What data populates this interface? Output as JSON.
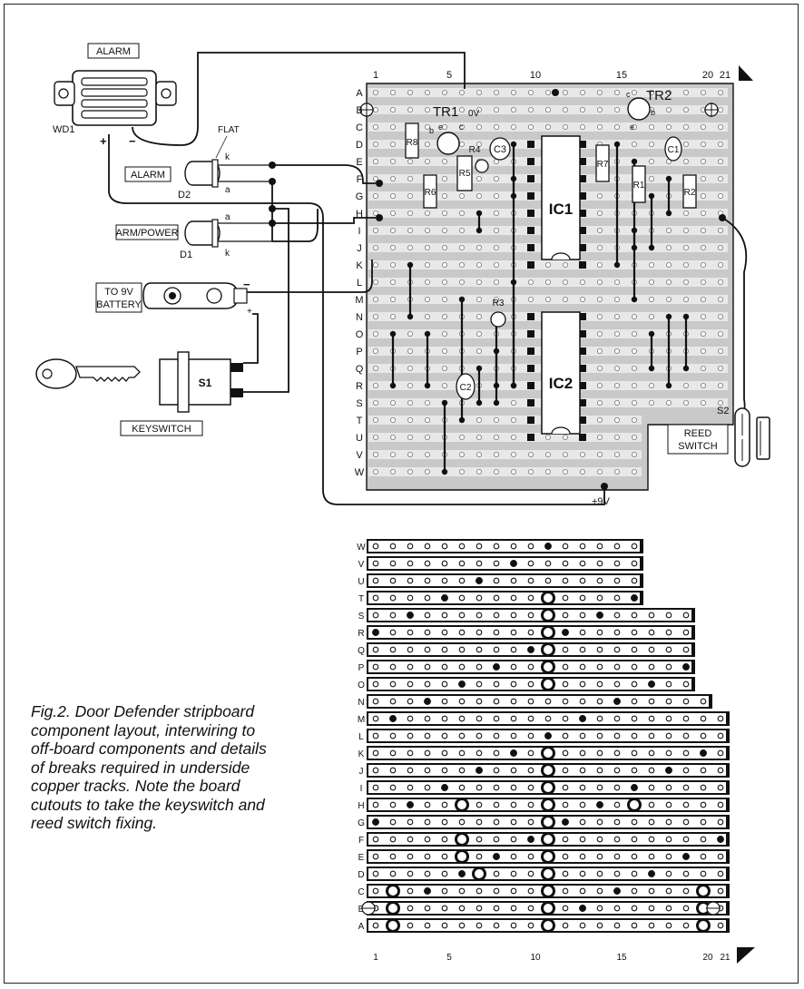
{
  "figure": {
    "caption": "Fig.2. Door Defender stripboard component layout, interwiring to off-board components and details of breaks required in underside copper tracks. Note the board cutouts to take the keyswitch and reed switch fixing.",
    "colors": {
      "ink": "#111111",
      "board": "#c9c9c9",
      "track": "#e8e8e8",
      "wire": "#111111"
    }
  },
  "offboard": {
    "alarm_box": "ALARM",
    "wd1": "WD1",
    "plus": "+",
    "minus": "−",
    "alarm_led_box": "ALARM",
    "flat": "FLAT",
    "d2": "D2",
    "d2_k": "k",
    "d2_a": "a",
    "armpower_box": "ARM/POWER",
    "d1": "D1",
    "d1_a": "a",
    "d1_k": "k",
    "battery_box_line1": "TO 9V",
    "battery_box_line2": "BATTERY",
    "batt_minus": "−",
    "batt_plus": "+",
    "s1": "S1",
    "keyswitch_box": "KEYSWITCH",
    "s2": "S2",
    "reed_line1": "REED",
    "reed_line2": "SWITCH",
    "plus9v": "+9V",
    "ov": "0V",
    "icons": [
      "key-icon",
      "battery-clip-icon",
      "piezo-sounder-icon",
      "led-icon",
      "reed-switch-icon"
    ]
  },
  "board_top": {
    "col_labels": [
      "1",
      "5",
      "10",
      "15",
      "20",
      "21"
    ],
    "row_labels": [
      "A",
      "B",
      "C",
      "D",
      "E",
      "F",
      "G",
      "H",
      "I",
      "J",
      "K",
      "L",
      "M",
      "N",
      "O",
      "P",
      "Q",
      "R",
      "S",
      "T",
      "U",
      "V",
      "W"
    ],
    "components": {
      "tr1": "TR1",
      "tr2": "TR2",
      "ic1": "IC1",
      "ic2": "IC2",
      "r1": "R1",
      "r2": "R2",
      "r3": "R3",
      "r4": "R4",
      "r5": "R5",
      "r6": "R6",
      "r7": "R7",
      "r8": "R8",
      "c1": "C1",
      "c2": "C2",
      "c3": "C3",
      "pin_b": "b",
      "pin_c": "c",
      "pin_e": "e",
      "pin_c2": "c",
      "pin_b2": "b",
      "pin_e2": "e"
    }
  },
  "board_bottom": {
    "row_labels": [
      "W",
      "V",
      "U",
      "T",
      "S",
      "R",
      "Q",
      "P",
      "O",
      "N",
      "M",
      "L",
      "K",
      "J",
      "I",
      "H",
      "G",
      "F",
      "E",
      "D",
      "C",
      "B",
      "A"
    ],
    "col_labels": [
      "1",
      "5",
      "10",
      "15",
      "20",
      "21"
    ]
  }
}
